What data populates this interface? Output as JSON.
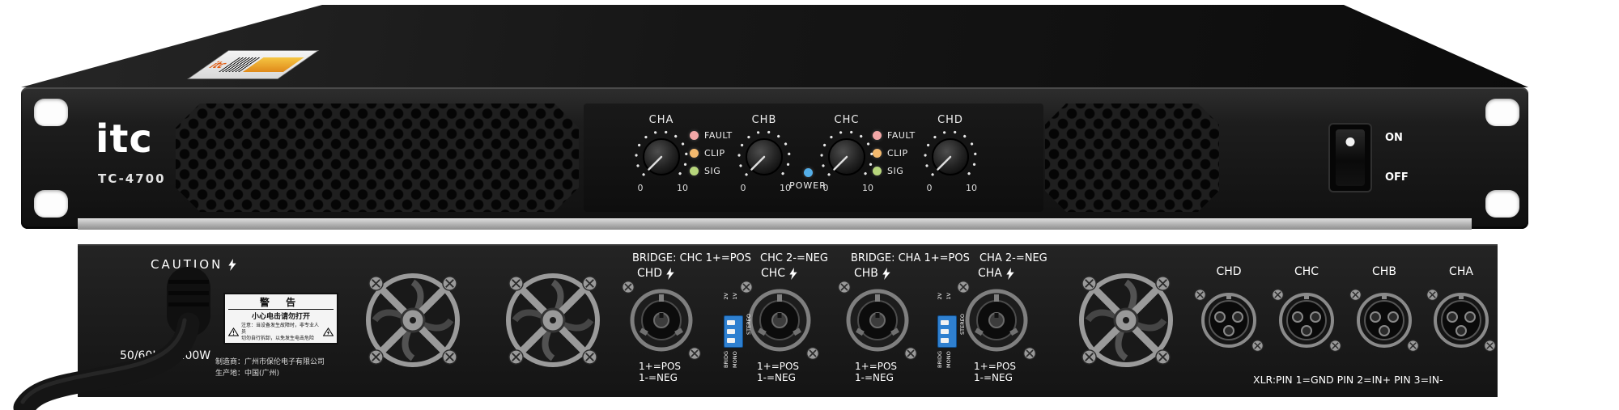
{
  "front": {
    "brand": "itc",
    "model": "TC-4700",
    "channels": [
      "CHA",
      "CHB",
      "CHC",
      "CHD"
    ],
    "knob_min": "0",
    "knob_max": "10",
    "led_labels": [
      "FAULT",
      "CLIP",
      "SIG"
    ],
    "led_colors": {
      "fault": "#f2a7a7",
      "clip": "#f3b96e",
      "sig": "#b7d67c"
    },
    "power_label": "POWER",
    "power_led_color": "#54aee8",
    "switch_on": "ON",
    "switch_off": "OFF"
  },
  "rear": {
    "caution": "CAUTION",
    "rating": "50/60Hz 3200W",
    "warning": {
      "title": "警 告",
      "subtitle": "小心电击请勿打开",
      "note1": "注意：当设备发生故障时，非专业人员",
      "note2": "切勿自行拆卸，以免发生电击危险"
    },
    "maker1": "制造商：广州市保伦电子有限公司",
    "maker2": "生产地：中国(广州)",
    "bridge": {
      "g1_left": "BRIDGE: CHC 1+=POS",
      "g1_right": "CHC 2-=NEG",
      "g2_left": "BRIDGE: CHA 1+=POS",
      "g2_right": "CHA 2-=NEG"
    },
    "speakon_channels": [
      "CHD",
      "CHC",
      "CHB",
      "CHA"
    ],
    "pin_pos": "1+=POS",
    "pin_neg": "1-=NEG",
    "dip": {
      "v2": "2V",
      "v1": "1V",
      "stereo": "STEREO",
      "bridg": "BRIDG",
      "mono": "MONO"
    },
    "xlr_channels": [
      "CHD",
      "CHC",
      "CHB",
      "CHA"
    ],
    "xlr_note": "XLR:PIN 1=GND PIN 2=IN+ PIN 3=IN-"
  }
}
